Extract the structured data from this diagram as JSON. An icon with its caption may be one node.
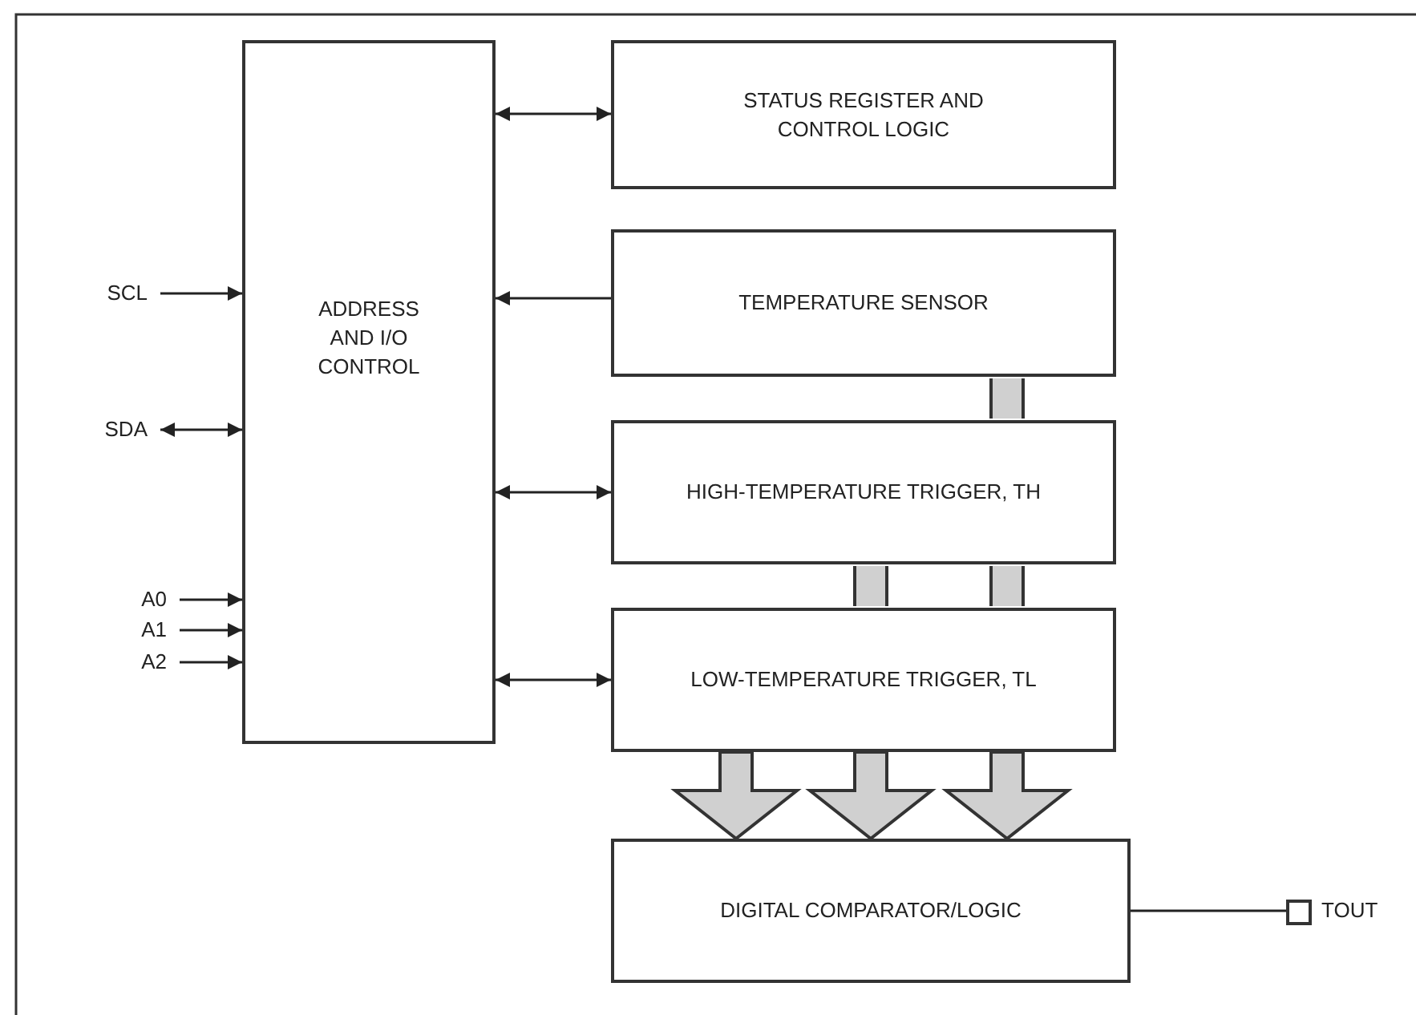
{
  "diagram": {
    "nodes": [
      {
        "text": [
          "ADDRESS AND I/O CONTROL"
        ]
      },
      {
        "text": [
          "STATUS REGISTER AND CONTROL LOGIC"
        ]
      },
      {
        "text": [
          "TEMPERATURE SENSOR"
        ]
      },
      {
        "text": [
          "HIGH-TEMPERATURE TRIGGER, TH"
        ]
      },
      {
        "text": [
          "LOW-TEMPERATURE TRIGGER, TL"
        ]
      },
      {
        "text": [
          "DIGITAL COMPARATOR/LOGIC"
        ]
      },
      {
        "text": [
          "SCL"
        ]
      },
      {
        "text": [
          "SDA"
        ]
      },
      {
        "text": [
          "A0"
        ]
      },
      {
        "text": [
          "A1"
        ]
      },
      {
        "text": [
          "A2"
        ]
      },
      {
        "text": [],
        "shape": "box",
        "beside": [
          "TOUT"
        ]
      }
    ],
    "edges": [
      {
        "from": 0,
        "to": 1,
        "arrow": "both"
      },
      {
        "from": 2,
        "to": 0,
        "arrow": "to"
      },
      {
        "from": 0,
        "to": 3,
        "arrow": "both"
      },
      {
        "from": 0,
        "to": 4,
        "arrow": "both"
      },
      {
        "from": 6,
        "to": 0,
        "arrow": "to"
      },
      {
        "from": 7,
        "to": 0,
        "arrow": "both"
      },
      {
        "from": 8,
        "to": 0,
        "arrow": "to"
      },
      {
        "from": 9,
        "to": 0,
        "arrow": "to"
      },
      {
        "from": 10,
        "to": 0,
        "arrow": "to"
      },
      {
        "from": 2,
        "to": 3,
        "arrow": "none",
        "style": "thick",
        "color": "#d0d0d0"
      },
      {
        "from": 3,
        "to": 4,
        "arrow": "none",
        "style": "thick",
        "color": "#d0d0d0"
      },
      {
        "from": 3,
        "to": 4,
        "arrow": "none",
        "style": "thick",
        "color": "#d0d0d0"
      },
      {
        "from": 4,
        "to": 5,
        "arrow": "to",
        "style": "thick",
        "color": "#d0d0d0"
      },
      {
        "from": 4,
        "to": 5,
        "arrow": "to",
        "style": "thick",
        "color": "#d0d0d0"
      },
      {
        "from": 4,
        "to": 5,
        "arrow": "to",
        "style": "thick",
        "color": "#d0d0d0"
      },
      {
        "from": 5,
        "to": 11,
        "arrow": "none"
      }
    ]
  }
}
